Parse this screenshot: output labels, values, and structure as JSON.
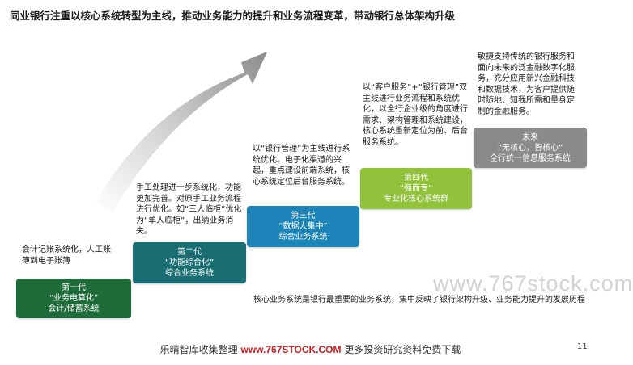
{
  "title": "同业银行注重以核心系统转型为主线，推动业务能力的提升和业务流程变革，带动银行总体架构升级",
  "stages": [
    {
      "lines": [
        "第一代",
        "“业务电算化”",
        "会计/储蓄系统"
      ],
      "color": "#1f6b3a"
    },
    {
      "lines": [
        "第二代",
        "“功能综合化”",
        "综合业务系统"
      ],
      "color": "#1a6e73"
    },
    {
      "lines": [
        "第三代",
        "“数据大集中”",
        "综合业务系统"
      ],
      "color": "#1c84b8"
    },
    {
      "lines": [
        "第四代",
        "“强而专”",
        "专业化核心系统群"
      ],
      "color": "#92c23c"
    },
    {
      "lines": [
        "未来",
        "“无核心，皆核心”",
        "全行统一信息服务系统"
      ],
      "color": "#8a8a8a"
    }
  ],
  "descriptions": [
    "会计记账系统化，人工账簿到电子账簿",
    "手工处理进一步系统化，功能更加完善。对原手工业务流程进行优化。如“三人临柜”优化为“单人临柜”，出纳业务消失。",
    "以“银行管理”为主线进行系统优化。电子化渠道的兴起，重点建设前端系统，核心系统定位后台服务系统。",
    "以“客户服务”+“银行管理”双主线进行业务流程和系统优化，以全行企业级的角度进行需求、架构管理和系统建设，核心系统重新定位为前、后台服务系统。",
    "敏捷支持传统的银行服务和面向未来的泛金融数字化服务，充分应用新兴金融科技和数据技术，为客户提供随时随地、知我所需和量身定制的金融服务。"
  ],
  "summary": "核心业务系统是银行最重要的业务系统，集中反映了银行架构升级、业务能力提升的发展历程",
  "watermark": "www.767stock.com",
  "footer": {
    "prefix": "乐晴智库收集整理",
    "url": "www.767STOCK.COM",
    "suffix": "更多投资研究资料免费下载"
  },
  "page_number": "11"
}
